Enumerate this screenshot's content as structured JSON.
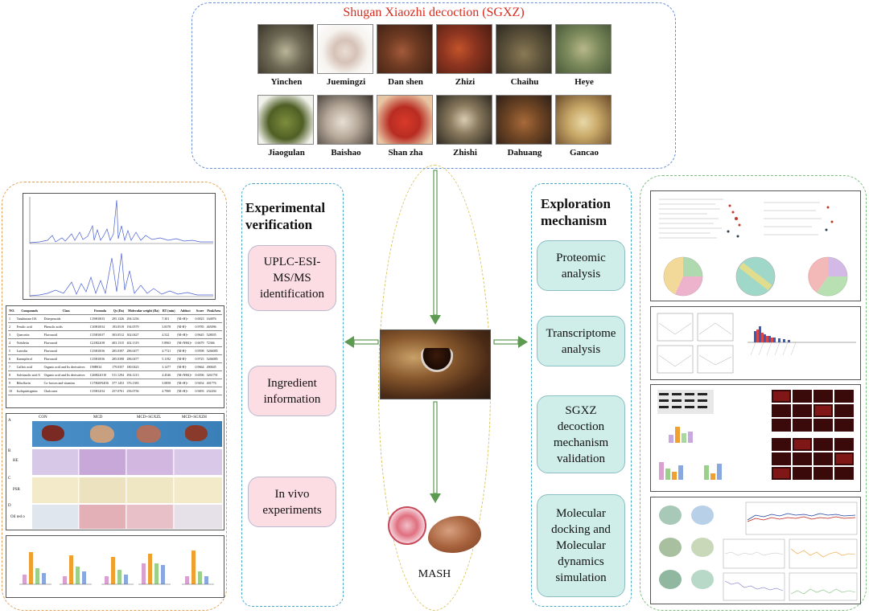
{
  "top": {
    "title": "Shugan Xiaozhi decoction (SGXZ)",
    "herbs_row1": [
      "Yinchen",
      "Juemingzi",
      "Dan shen",
      "Zhizi",
      "Chaihu",
      "Heye"
    ],
    "herbs_row2": [
      "Jiaogulan",
      "Baishao",
      "Shan zha",
      "Zhishi",
      "Dahuang",
      "Gancao"
    ]
  },
  "left": {
    "title": "Experimental verification",
    "boxes": [
      "UPLC-ESI-MS/MS identification",
      "Ingredient information",
      "In vivo experiments"
    ]
  },
  "right": {
    "title": "Exploration mechanism",
    "boxes": [
      "Proteomic analysis",
      "Transcriptome analysis",
      "SGXZ decoction mechanism validation",
      "Molecular docking and Molecular dynamics simulation"
    ]
  },
  "center": {
    "label": "MASH"
  },
  "table": {
    "headers": [
      "NO.",
      "Compounds",
      "Class",
      "Formula",
      "Qs (Da)",
      "Molecular weight (Da)",
      "RT (min)",
      "Adduct",
      "Score",
      "PeakArea"
    ],
    "rows": [
      [
        "1",
        "Tanshinone IIA",
        "Diterpenoids",
        "C19H18O3",
        "295.1326",
        "294.1256",
        "7.301",
        "[M+H]+",
        "0.6923",
        "164876"
      ],
      [
        "2",
        "Ferulic acid",
        "Phenolic acids",
        "C10H10O4",
        "193.0519",
        "194.0579",
        "3.8378",
        "[M-H]-",
        "0.9785",
        "465096"
      ],
      [
        "3",
        "Quercetin",
        "Flavonoid",
        "C15H10O7",
        "303.0512",
        "302.0427",
        "4.522",
        "[M+H]+",
        "0.9645",
        "528035"
      ],
      [
        "4",
        "Nobiletin",
        "Flavonoid",
        "C21H22O8",
        "403.1315",
        "402.1319",
        "5.8963",
        "[M+NH4]+",
        "0.6679",
        "72366"
      ],
      [
        "5",
        "Luteolin",
        "Flavonoid",
        "C15H10O6",
        "285.0397",
        "286.0477",
        "4.7721",
        "[M-H]-",
        "0.9598",
        "5266085"
      ],
      [
        "6",
        "Kaempferol",
        "Flavonoid",
        "C15H10O6",
        "285.0398",
        "286.0477",
        "5.1192",
        "[M-H]-",
        "0.9725",
        "5266085"
      ],
      [
        "7",
        "Caffeic acid",
        "Organic acid and Its derivatives",
        "C9H8O4",
        "179.0357",
        "180.0423",
        "3.1477",
        "[M-H]-",
        "0.9664",
        "490045"
      ],
      [
        "8",
        "Salvianolic acid A",
        "Organic acid and Its derivatives",
        "C26H22O10",
        "511.1294",
        "494.1213",
        "4.4546",
        "[M+NH4]+",
        "0.6596",
        "3261791"
      ],
      [
        "9",
        "Riboflavin",
        "Co-factors and vitamins",
        "C17H20N4O6",
        "377.1453",
        "376.1383",
        "3.0858",
        "[M+H]+",
        "0.9454",
        "401776"
      ],
      [
        "10",
        "Isoliquiritigenin",
        "Chalcones",
        "C15H12O4",
        "257.0761",
        "256.0736",
        "4.7969",
        "[M+H]+",
        "0.9493",
        "232204"
      ]
    ]
  },
  "mouse_panel": {
    "groups": [
      "CON",
      "MCD",
      "MCD+SGXZL",
      "MCD+SGXZH"
    ],
    "row_labels": [
      "HE",
      "PSR",
      "Oil red o"
    ],
    "panel_letters": [
      "A",
      "B",
      "C",
      "D"
    ]
  },
  "colors": {
    "blue_dash": "#6a8fd6",
    "orange_dash": "#e0a25a",
    "green_dash": "#7cbf7c",
    "teal_dash": "#4aa9c9",
    "yellow_dash": "#d8c45a",
    "pink_box": "#fbdde3",
    "teal_box": "#cfeeea",
    "arrow_green": "#5c9a52",
    "title_red": "#d62d20"
  }
}
